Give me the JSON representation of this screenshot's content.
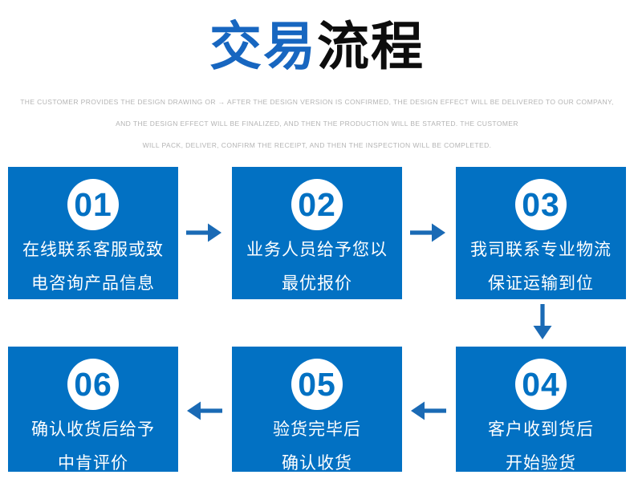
{
  "title": {
    "part1": "交易",
    "part2": "流程"
  },
  "subtitle_lines": [
    "THE CUSTOMER PROVIDES THE DESIGN DRAWING OR → AFTER THE DESIGN VERSION IS CONFIRMED, THE DESIGN EFFECT WILL BE DELIVERED TO OUR COMPANY,",
    "AND THE DESIGN EFFECT WILL BE FINALIZED, AND THEN THE PRODUCTION WILL BE STARTED. THE CUSTOMER",
    "WILL PACK, DELIVER, CONFIRM THE RECEIPT, AND THEN THE INSPECTION WILL BE COMPLETED."
  ],
  "steps": [
    {
      "number": "01",
      "lines": [
        "在线联系客服或致",
        "电咨询产品信息"
      ]
    },
    {
      "number": "02",
      "lines": [
        "业务人员给予您以",
        "最优报价"
      ]
    },
    {
      "number": "03",
      "lines": [
        "我司联系专业物流",
        "保证运输到位"
      ]
    },
    {
      "number": "04",
      "lines": [
        "客户收到货后",
        "开始验货"
      ]
    },
    {
      "number": "05",
      "lines": [
        "验货完毕后",
        "确认收货"
      ]
    },
    {
      "number": "06",
      "lines": [
        "确认收货后给予",
        "中肯评价"
      ]
    }
  ],
  "flow_arrows": [
    "arrow-right",
    "arrow-right",
    "arrow-down",
    "arrow-left",
    "arrow-left"
  ],
  "colors": {
    "box_blue": "#0271c3",
    "arrow_blue": "#1a6ab5",
    "title_blue": "#1766c0",
    "title_black": "#0d0d0d",
    "subtitle_gray": "#b4b4b4"
  }
}
